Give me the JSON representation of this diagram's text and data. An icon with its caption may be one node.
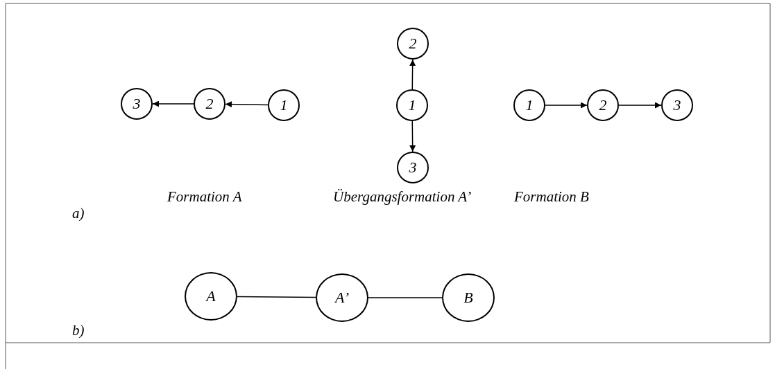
{
  "diagram": {
    "nodes": [
      {
        "text": [
          "3"
        ]
      },
      {
        "text": [
          "2"
        ]
      },
      {
        "text": [
          "1"
        ]
      },
      {
        "text": [
          "2"
        ]
      },
      {
        "text": [
          "1"
        ]
      },
      {
        "text": [
          "3"
        ]
      },
      {
        "text": [
          "1"
        ]
      },
      {
        "text": [
          "2"
        ]
      },
      {
        "text": [
          "3"
        ]
      },
      {
        "text": [
          "A"
        ]
      },
      {
        "text": [
          "A’"
        ]
      },
      {
        "text": [
          "B"
        ]
      }
    ],
    "edges": [
      {
        "from": 2,
        "to": 1,
        "arrow": "to"
      },
      {
        "from": 1,
        "to": 0,
        "arrow": "to"
      },
      {
        "from": 4,
        "to": 3,
        "arrow": "to"
      },
      {
        "from": 4,
        "to": 5,
        "arrow": "to"
      },
      {
        "from": 6,
        "to": 7,
        "arrow": "to"
      },
      {
        "from": 7,
        "to": 8,
        "arrow": "to"
      },
      {
        "from": 9,
        "to": 10,
        "arrow": "none"
      },
      {
        "from": 10,
        "to": 11,
        "arrow": "none"
      }
    ],
    "labels": [
      "Formation A",
      "Übergangsformation A’",
      "Formation B",
      "a)",
      "b)"
    ]
  }
}
